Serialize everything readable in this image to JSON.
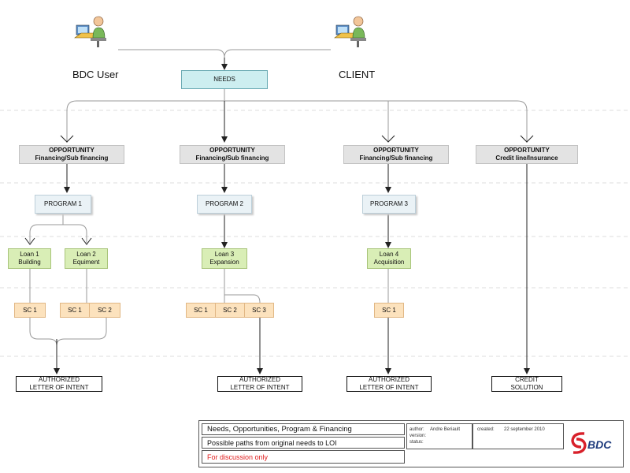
{
  "actors": {
    "left": {
      "label": "BDC User",
      "icon": "user-at-computer-icon"
    },
    "right": {
      "label": "CLIENT",
      "icon": "user-at-computer-icon"
    }
  },
  "needs": "NEEDS",
  "columns": [
    {
      "opportunity": "OPPORTUNITY\nFinancing/Sub financing",
      "program": "PROGRAM 1",
      "loans": [
        "Loan 1\nBuilding",
        "Loan 2\nEquiment"
      ],
      "subcontracts": [
        "SC 1",
        "SC 1",
        "SC 2"
      ],
      "outcome": "AUTHORIZED\nLETTER OF INTENT"
    },
    {
      "opportunity": "OPPORTUNITY\nFinancing/Sub financing",
      "program": "PROGRAM 2",
      "loans": [
        "Loan 3\nExpansion"
      ],
      "subcontracts": [
        "SC 1",
        "SC 2",
        "SC 3"
      ],
      "outcome": "AUTHORIZED\nLETTER OF INTENT"
    },
    {
      "opportunity": "OPPORTUNITY\nFinancing/Sub financing",
      "program": "PROGRAM 3",
      "loans": [
        "Loan 4\nAcquisition"
      ],
      "subcontracts": [
        "SC 1"
      ],
      "outcome": "AUTHORIZED\nLETTER OF INTENT"
    },
    {
      "opportunity": "OPPORTUNITY\nCredit line/Insurance",
      "outcome": "CREDIT\nSOLUTION"
    }
  ],
  "title_block": {
    "title": "Needs, Opportunities, Program & Financing",
    "subtitle": "Possible paths from original needs to LOI",
    "note": "For discussion only",
    "author_label": "author:",
    "author": "Andre Beriault",
    "version_label": "version:",
    "status_label": "status:",
    "created_label": "created:",
    "created": "22 september 2010",
    "logo_text": "BDC"
  },
  "colors": {
    "needs": "#cdeef0",
    "opportunity": "#e3e3e3",
    "program": "#eaf2f6",
    "loan": "#d9eeb6",
    "subcontract": "#fce2bd",
    "note_text": "#e02020",
    "logo_red": "#d8202a",
    "logo_blue": "#1d3a7c"
  }
}
